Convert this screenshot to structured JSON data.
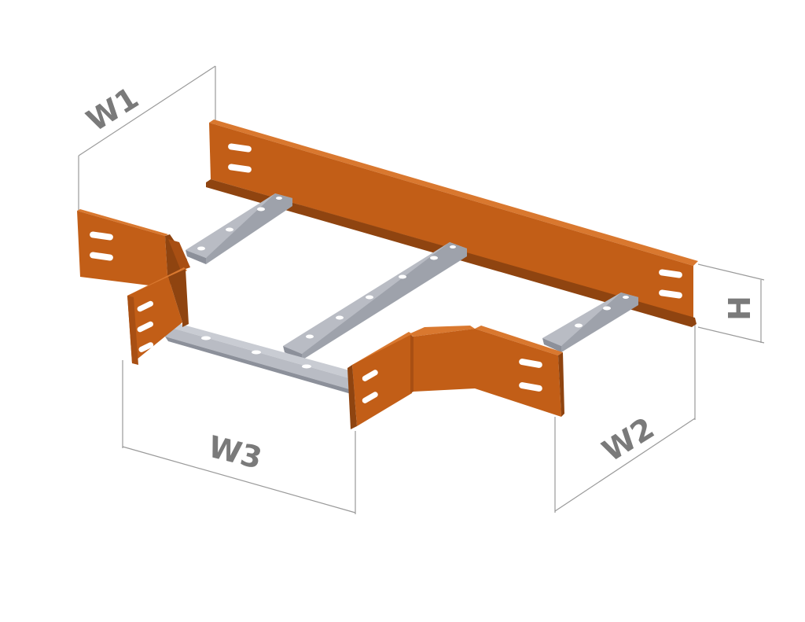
{
  "dimensions": {
    "w1": "W1",
    "w2": "W2",
    "w3": "W3",
    "h": "H"
  },
  "colors": {
    "side_rail": "#c25e17",
    "side_rail_dark": "#8f4410",
    "side_rail_light": "#d9782f",
    "rung": "#b9bcc4",
    "rung_dark": "#8c909a",
    "slot": "#ffffff",
    "dimension_text": "#7a7a7a",
    "dimension_line": "#9a9a9a"
  }
}
